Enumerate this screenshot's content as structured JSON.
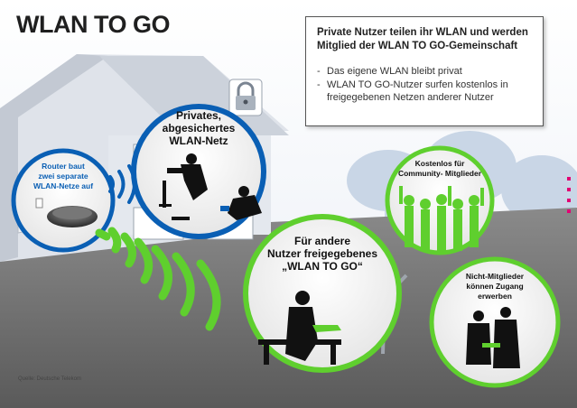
{
  "title": "WLAN TO GO",
  "infobox": {
    "heading_line1": "Private Nutzer teilen ihr WLAN und werden",
    "heading_line2": "Mitglied der WLAN TO GO-Gemeinschaft",
    "bullets": [
      {
        "line1": "Das eigene WLAN bleibt privat",
        "line2": ""
      },
      {
        "line1": "WLAN TO GO-Nutzer surfen kostenlos in",
        "line2": "freigegebenen Netzen anderer Nutzer"
      }
    ]
  },
  "router_label": [
    "Router baut",
    "zwei separate",
    "WLAN-Netze auf"
  ],
  "private_label": [
    "Privates,",
    "abgesichertes",
    "WLAN-Netz"
  ],
  "shared_label": [
    "Für andere",
    "Nutzer freigegebenes",
    "„WLAN TO GO“"
  ],
  "community_label": [
    "Kostenlos für",
    "Community- Mitglieder"
  ],
  "nonmember_label": [
    "Nicht-Mitglieder",
    "können Zugang",
    "erwerben"
  ],
  "source": "Quelle: Deutsche Telekom",
  "colors": {
    "green": "#5fcf2e",
    "blue": "#0a5fb4",
    "magenta": "#e20074",
    "house": "#dfe3ea",
    "ground": "#6e6e6e"
  },
  "icons": [
    "lock-icon",
    "router-icon",
    "wifi-signal-icon"
  ]
}
